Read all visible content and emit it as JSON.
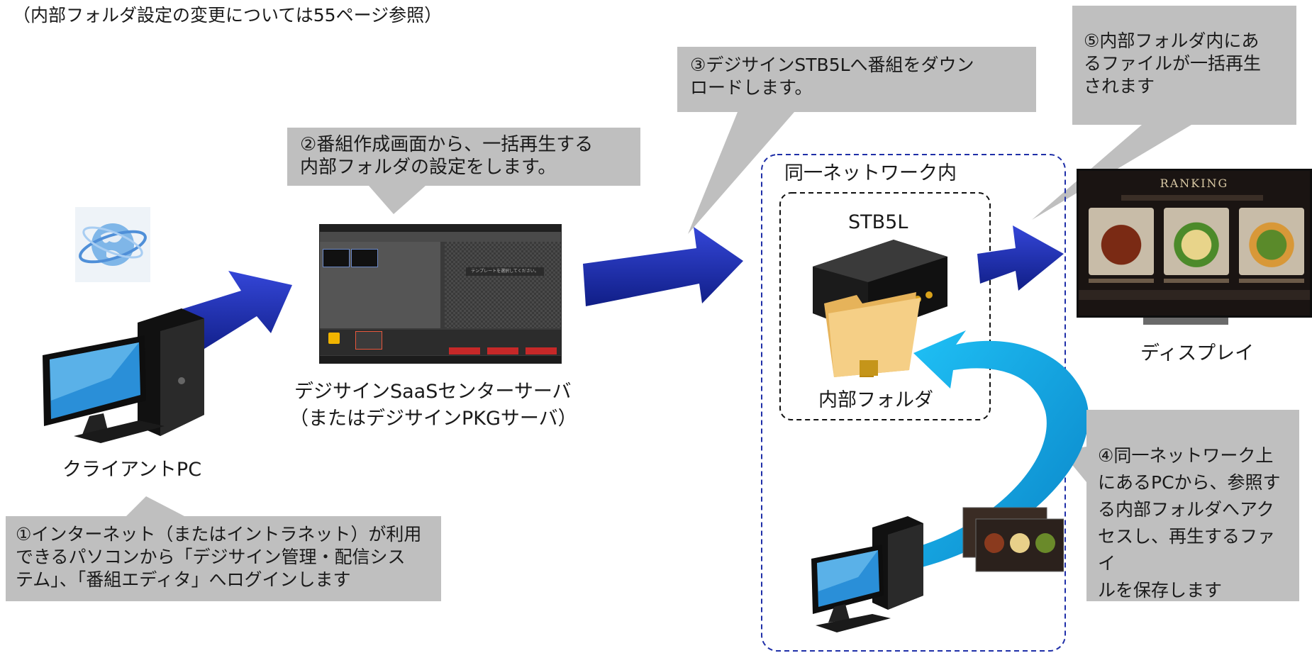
{
  "note": "（内部フォルダ設定の変更については55ページ参照）",
  "callouts": {
    "step1": [
      "①インターネット（またはイントラネット）が利用",
      "できるパソコンから「デジサイン管理・配信シス",
      "テム」、「番組エディタ」へログインします"
    ],
    "step2": [
      "②番組作成画面から、一括再生する",
      "内部フォルダの設定をします。"
    ],
    "step3": [
      "③デジサインSTB5Lへ番組をダウン",
      "ロードします。"
    ],
    "step4": [
      "④同一ネットワーク上",
      "にあるPCから、参照す",
      "る内部フォルダへアク",
      "セスし、再生するファイ",
      "ルを保存します"
    ],
    "step5": [
      "⑤内部フォルダ内にあ",
      "るファイルが一括再生",
      "されます"
    ]
  },
  "labels": {
    "client_pc": "クライアントPC",
    "server_line1": "デジサインSaaSセンターサーバ",
    "server_line2": "（またはデジサインPKGサーバ）",
    "network": "同一ネットワーク内",
    "stb": "STB5L",
    "folder": "内部フォルダ",
    "display": "ディスプレイ"
  },
  "screen": {
    "message": "テンプレートを選択してください。",
    "display_title": "RANKING"
  },
  "colors": {
    "callout_bg": "#bfbfbf",
    "arrow_blue": "#1a2fb0",
    "curve_cyan": "#12a8e8",
    "network_border": "#1f2fa8"
  },
  "icons": [
    "globe-icon",
    "desktop-pc-icon",
    "server-screen",
    "stb-device-icon",
    "folder-icon",
    "display-icon"
  ]
}
